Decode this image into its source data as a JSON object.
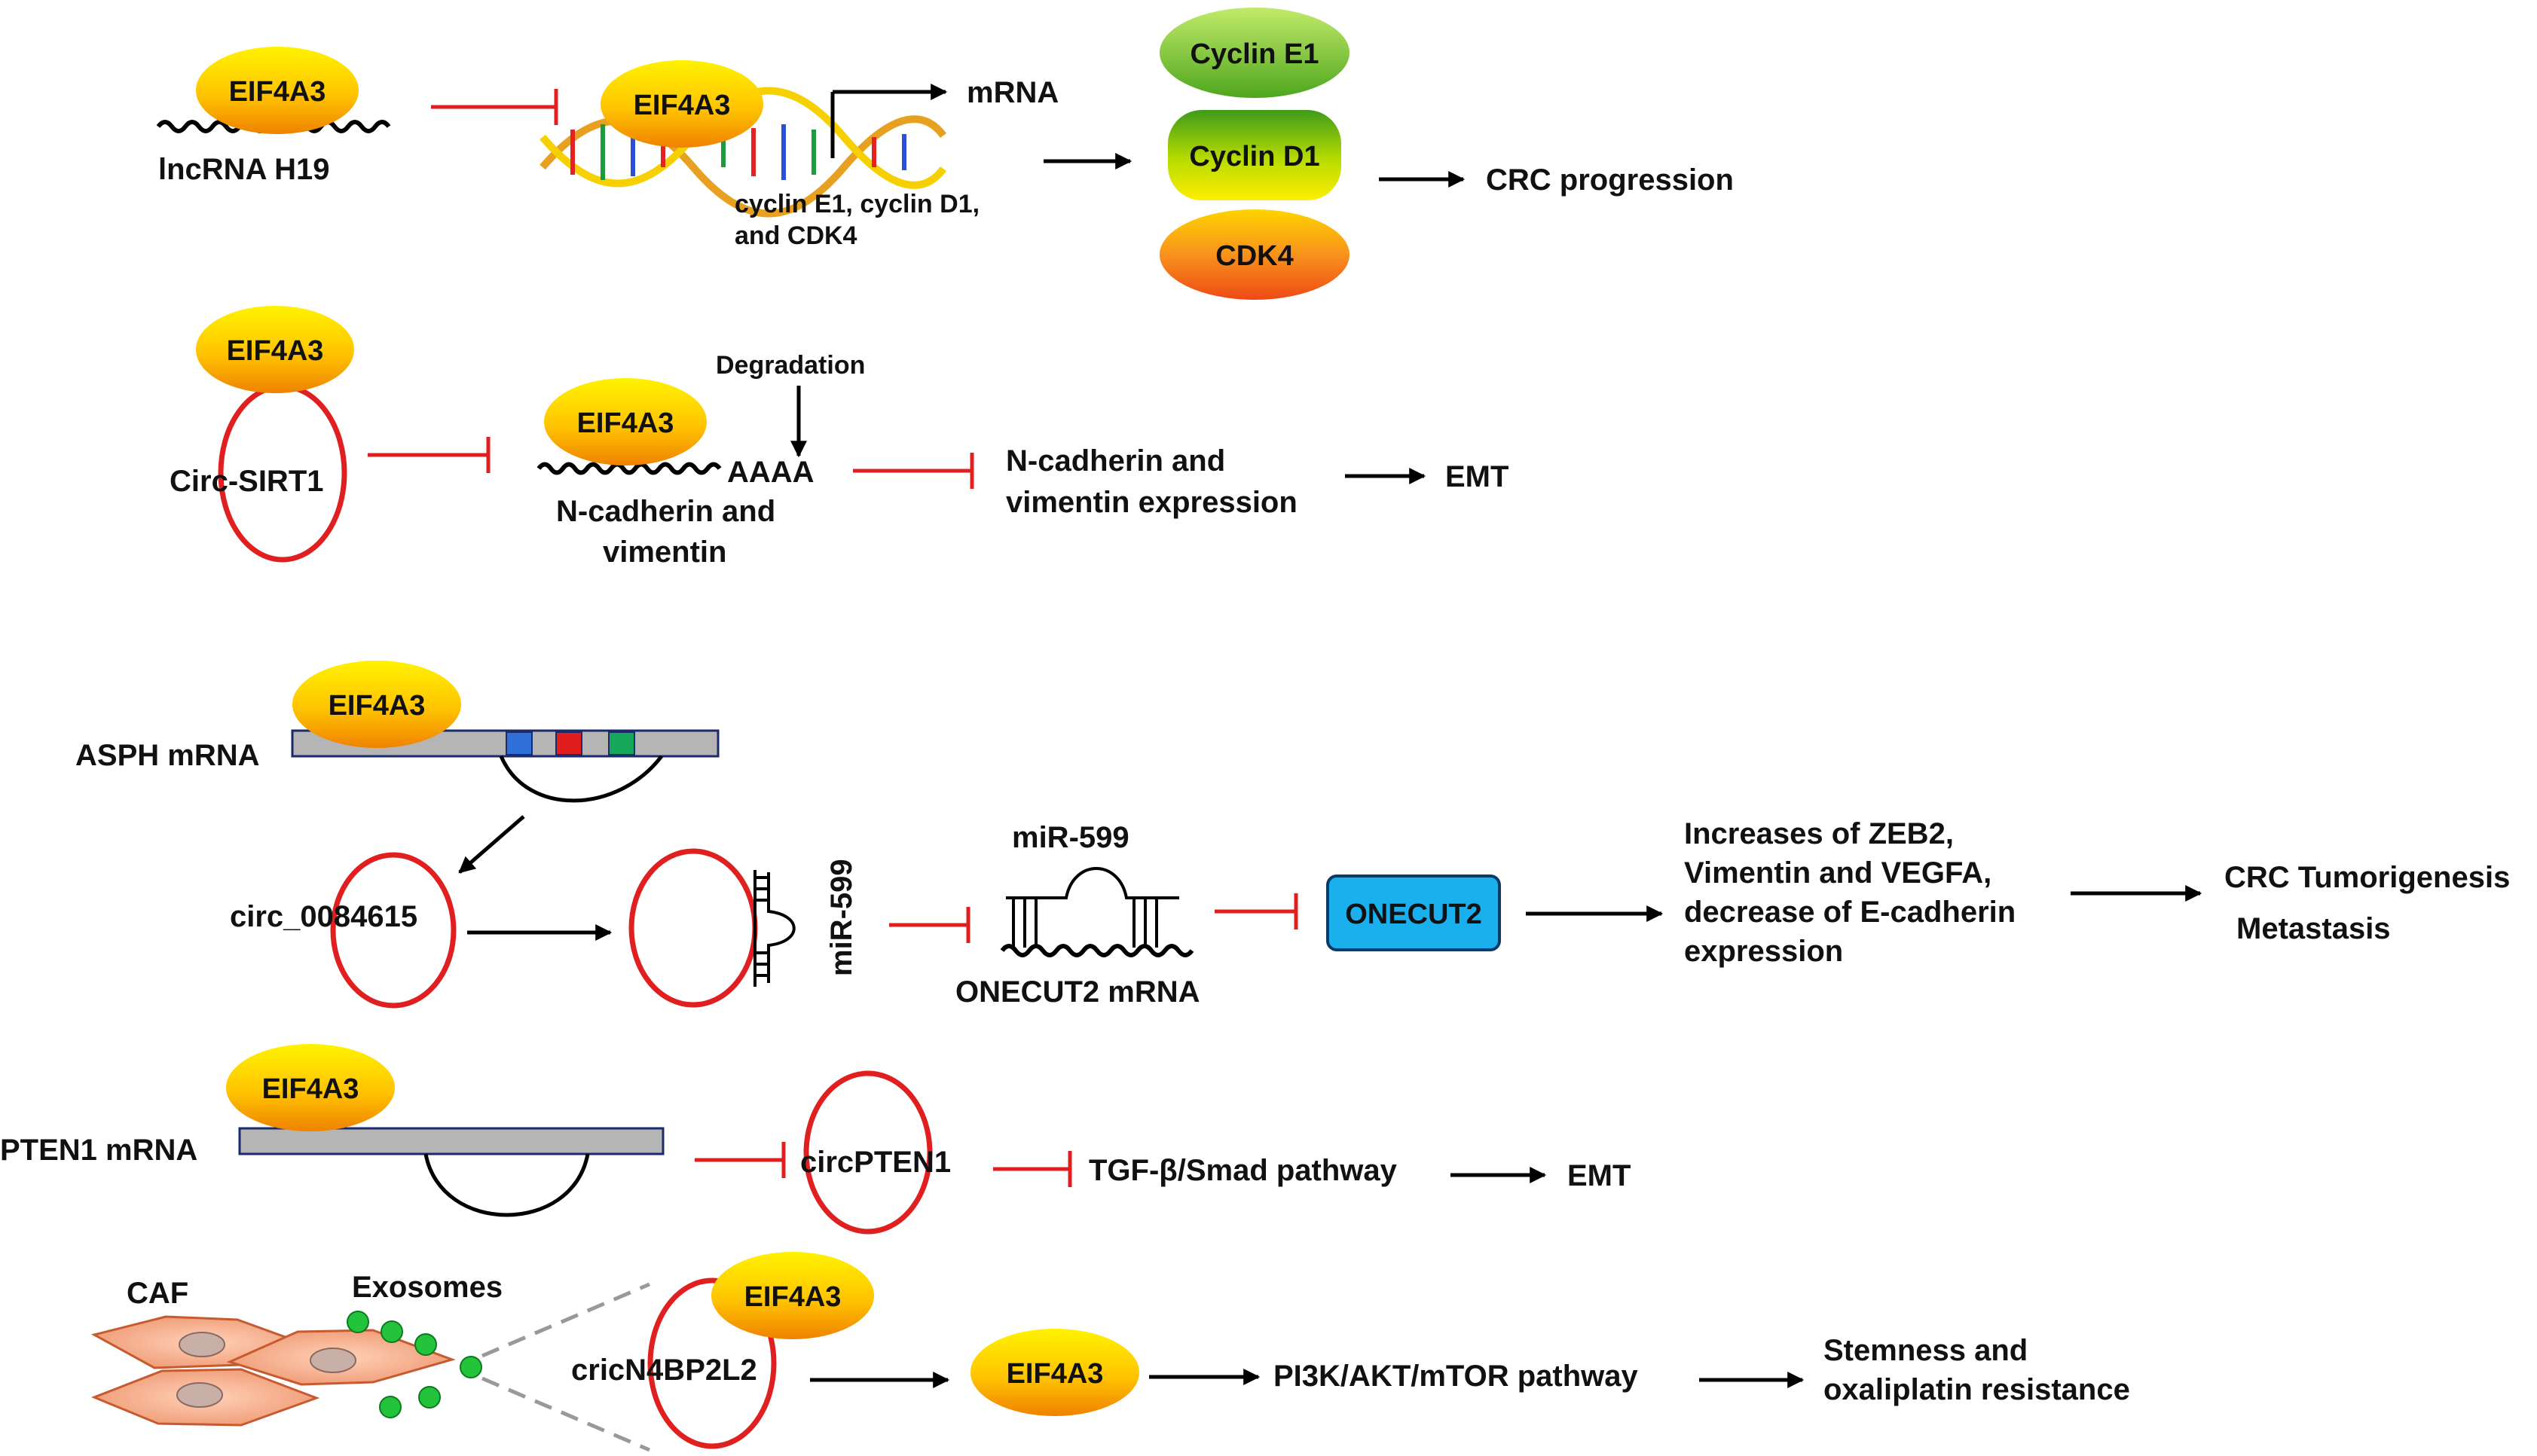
{
  "colors": {
    "inhibit": "#e02020",
    "circle": "#e02020",
    "activate": "#000000",
    "eif4a3_top": "#ffe000",
    "eif4a3_bottom": "#f08a00",
    "cyclin_e1": "#7cc22a",
    "cyclin_d1": "#c8e000",
    "cdk4": "#f26a1b",
    "onecut2": "#1ab0ee",
    "exosome": "#23c43c",
    "caf": "#f2a07a",
    "mrna_bar": "#b5b5b5"
  },
  "icons": [
    "dna-helix-icon",
    "caf-cell-icon",
    "exosome-icon",
    "circrna-loop-icon",
    "mirna-hairpin-icon"
  ],
  "protein": "EIF4A3",
  "row1": {
    "lncrna": "lncRNA H19",
    "mrna": "mRNA",
    "genes": [
      "cyclin E1, cyclin D1,",
      "and CDK4"
    ],
    "cyclin_e1": "Cyclin E1",
    "cyclin_d1": "Cyclin D1",
    "cdk4": "CDK4",
    "outcome": "CRC progression"
  },
  "row2": {
    "circ": "Circ-SIRT1",
    "degradation": "Degradation",
    "polya": "AAAA",
    "target": [
      "N-cadherin and",
      "vimentin"
    ],
    "expression": [
      "N-cadherin and",
      "vimentin expression"
    ],
    "outcome": "EMT"
  },
  "row3": {
    "asph": "ASPH mRNA",
    "circ": "circ_0084615",
    "mir_vertical": "miR-599",
    "mir": "miR-599",
    "onecut_mrna": "ONECUT2 mRNA",
    "onecut": "ONECUT2",
    "effects": [
      "Increases of ZEB2,",
      "Vimentin and VEGFA,",
      " decrease of E-cadherin",
      "expression"
    ],
    "outcome": [
      "CRC Tumorigenesis",
      "Metastasis"
    ]
  },
  "row4": {
    "pten": "PTEN1 mRNA",
    "circ": "circPTEN1",
    "pathway": "TGF-β/Smad pathway",
    "outcome": "EMT"
  },
  "row5": {
    "caf": "CAF",
    "exosomes": "Exosomes",
    "circ": "cricN4BP2L2",
    "pathway": "PI3K/AKT/mTOR pathway",
    "outcome": [
      "Stemness and",
      "oxaliplatin resistance"
    ]
  }
}
